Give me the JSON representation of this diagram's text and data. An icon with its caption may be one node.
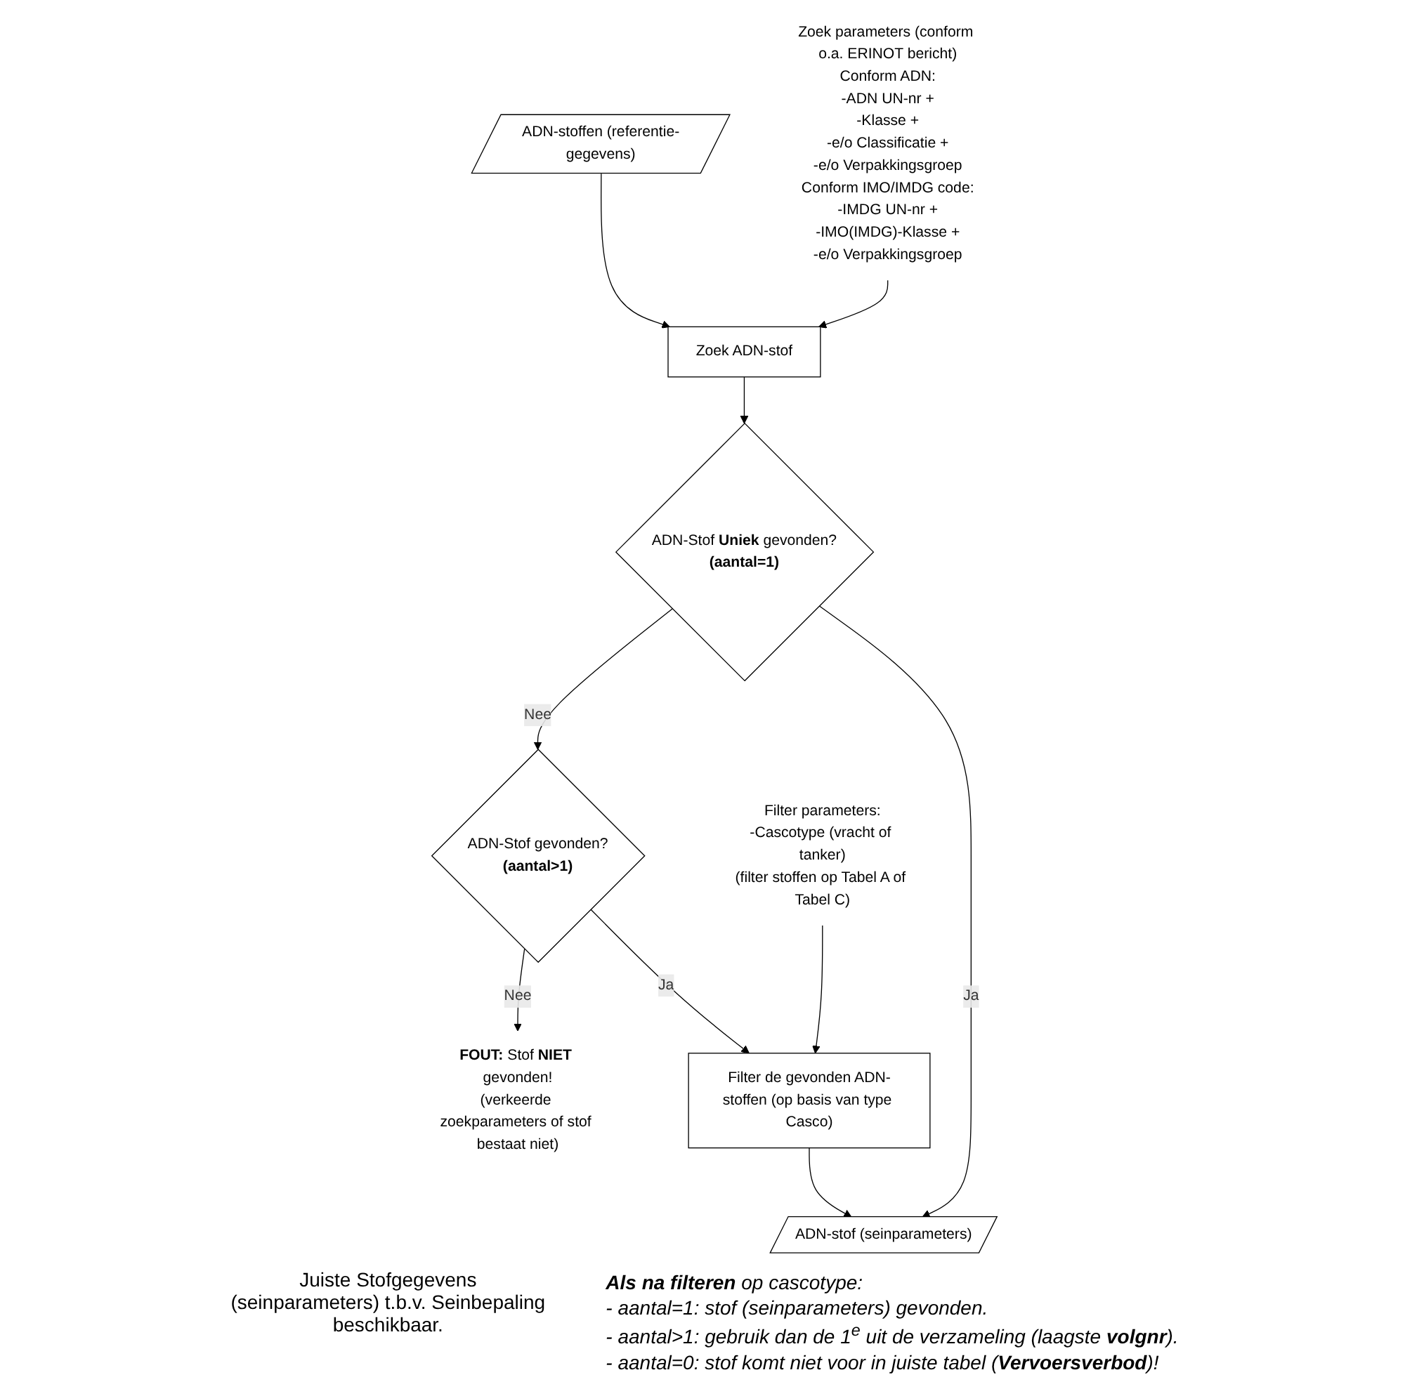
{
  "diagram": {
    "nodes": [
      {
        "text": [
          "ADN-stoffen (referentie-gegevens)"
        ]
      },
      {
        "text": [
          "Zoek ADN-stof"
        ]
      },
      {
        "text": [
          "Zoek parameters (conform o.a. ERINOT bericht)",
          "Conform ADN:",
          "-ADN UN-nr +",
          "-Klasse +",
          "-e/o Classificatie +",
          "-e/o Verpakkingsgroep",
          "Conform IMO/IMDG code:",
          "-IMDG UN-nr +",
          "-IMO(IMDG)-Klasse +",
          "-e/o Verpakkingsgroep"
        ]
      },
      {
        "text": [
          "ADN-Stof **Uniek** gevonden?",
          "**(aantal=1)**"
        ]
      },
      {
        "text": [
          "ADN-Stof gevonden?",
          "**(aantal>1)**"
        ]
      },
      {
        "text": [
          "**FOUT:** Stof **NIET** gevonden!",
          "(verkeerde zoekparameters of stof bestaat niet)"
        ]
      },
      {
        "text": [
          "ADN-stof (seinparameters)"
        ]
      },
      {
        "text": [
          "Filter de gevonden ADN-stoffen (op basis van type Casco)"
        ]
      },
      {
        "text": [
          "Filter parameters:",
          "-Cascotype (vracht of tanker)",
          "(filter stoffen op Tabel A of Tabel C)"
        ]
      }
    ],
    "edges": [
      {
        "from": 0,
        "to": 1,
        "arrow": "to"
      },
      {
        "from": 2,
        "to": 1,
        "arrow": "to"
      },
      {
        "from": 1,
        "to": 3,
        "arrow": "to"
      },
      {
        "from": 3,
        "to": 4,
        "arrow": "to",
        "label": "Nee"
      },
      {
        "from": 4,
        "to": 5,
        "arrow": "to",
        "label": "Nee"
      },
      {
        "from": 3,
        "to": 6,
        "arrow": "to",
        "label": "Ja"
      },
      {
        "from": 4,
        "to": 7,
        "arrow": "to",
        "label": "Ja"
      },
      {
        "from": 8,
        "to": 7,
        "arrow": "to"
      },
      {
        "from": 7,
        "to": 6,
        "arrow": "to"
      }
    ],
    "labels": [
      "Juiste Stofgegevens (seinparameters) t.b.v. Seinbepaling beschikbaar.",
      "**Als na filteren** op cascotype:",
      "- aantal=1: stof (seinparameters) gevonden.",
      "- aantal>1: gebruik dan de 1$^{e}$ uit de verzameling (laagste **volgnr**).",
      "- aantal=0: stof komt niet voor in juiste tabel (**Vervoersverbod**)!"
    ]
  }
}
